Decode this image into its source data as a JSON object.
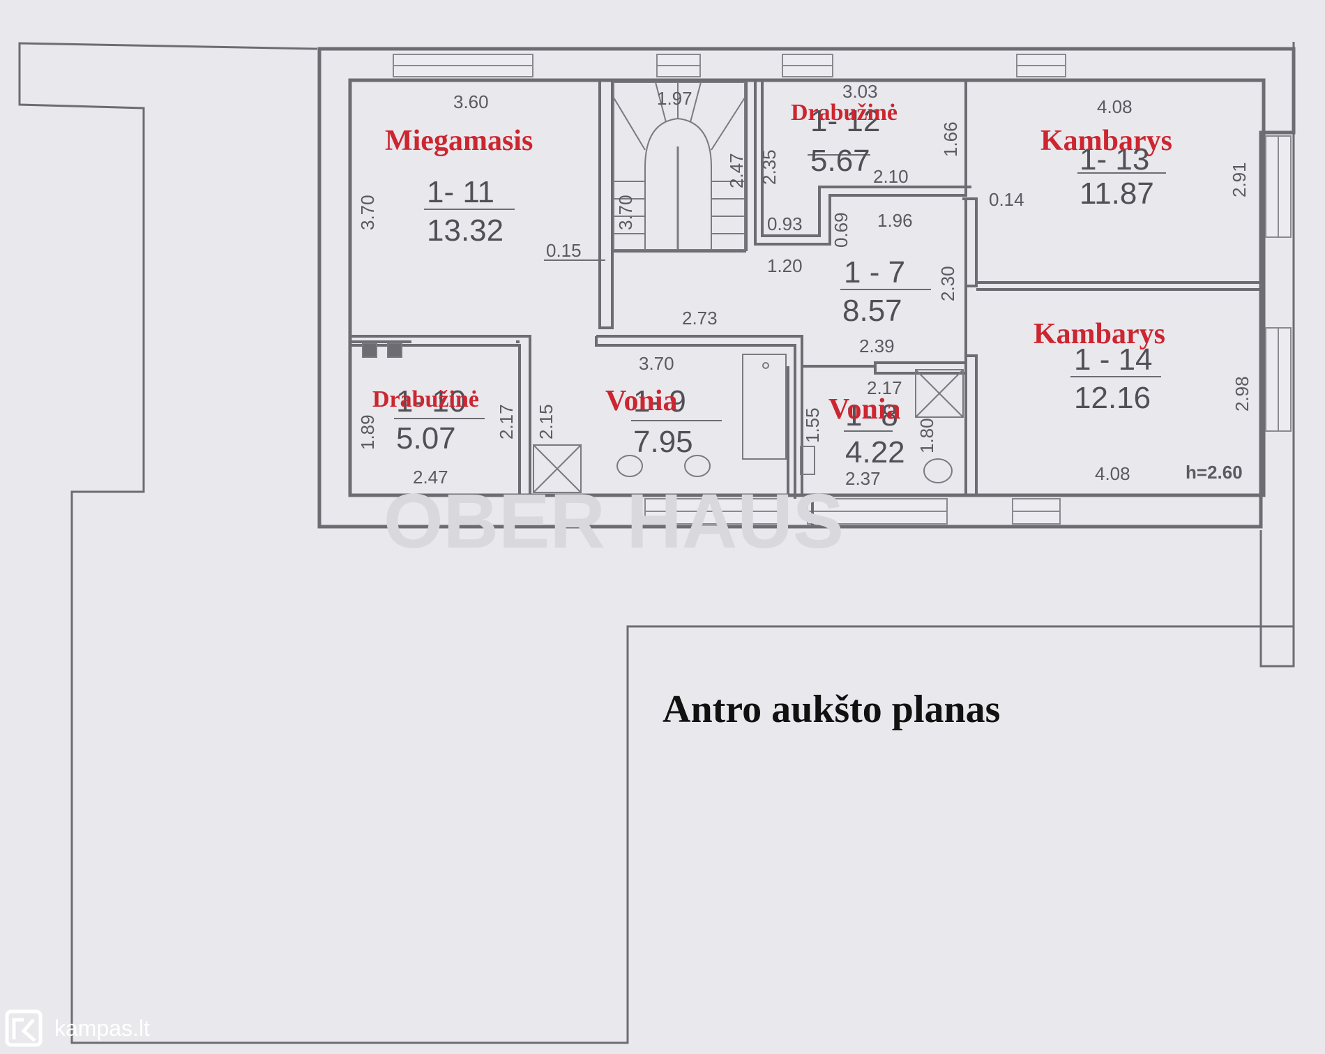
{
  "title": "Antro aukšto planas",
  "watermark": "OBER HAUS",
  "footer": {
    "brand": "kampas.lt"
  },
  "ceiling_height": "h=2.60",
  "rooms": {
    "r11": {
      "label": "Miegamasis",
      "number": "1- 11",
      "area": "13.32"
    },
    "r12": {
      "label": "Drabužinė",
      "number": "1- 12",
      "area": "5.67"
    },
    "r13": {
      "label": "Kambarys",
      "number": "1- 13",
      "area": "11.87"
    },
    "r7": {
      "number": "1 - 7",
      "area": "8.57"
    },
    "r14": {
      "label": "Kambarys",
      "number": "1 - 14",
      "area": "12.16"
    },
    "r10": {
      "label": "Drabužinė",
      "number": "1- 10",
      "area": "5.07"
    },
    "r9": {
      "label": "Vonia",
      "number": "1- 9",
      "area": "7.95"
    },
    "r8": {
      "label": "Vonia",
      "number": "1- 8",
      "area": "4.22"
    }
  },
  "dims": {
    "d360": "3.60",
    "d197": "1.97",
    "d303": "3.03",
    "d408top": "4.08",
    "d370a": "3.70",
    "d370b": "3.70",
    "d247stair": "2.47",
    "d015": "0.15",
    "d235": "2.35",
    "d166": "1.66",
    "d210": "2.10",
    "d093": "0.93",
    "d069": "0.69",
    "d196": "1.96",
    "d014": "0.14",
    "d291": "2.91",
    "d120": "1.20",
    "d230": "2.30",
    "d273": "2.73",
    "d239": "2.39",
    "d370c": "3.70",
    "d217a": "2.17",
    "d189": "1.89",
    "d217b": "2.17",
    "d247b": "2.47",
    "d215": "2.15",
    "d155": "1.55",
    "d180": "1.80",
    "d237": "2.37",
    "d298": "2.98",
    "d408bot": "4.08"
  }
}
